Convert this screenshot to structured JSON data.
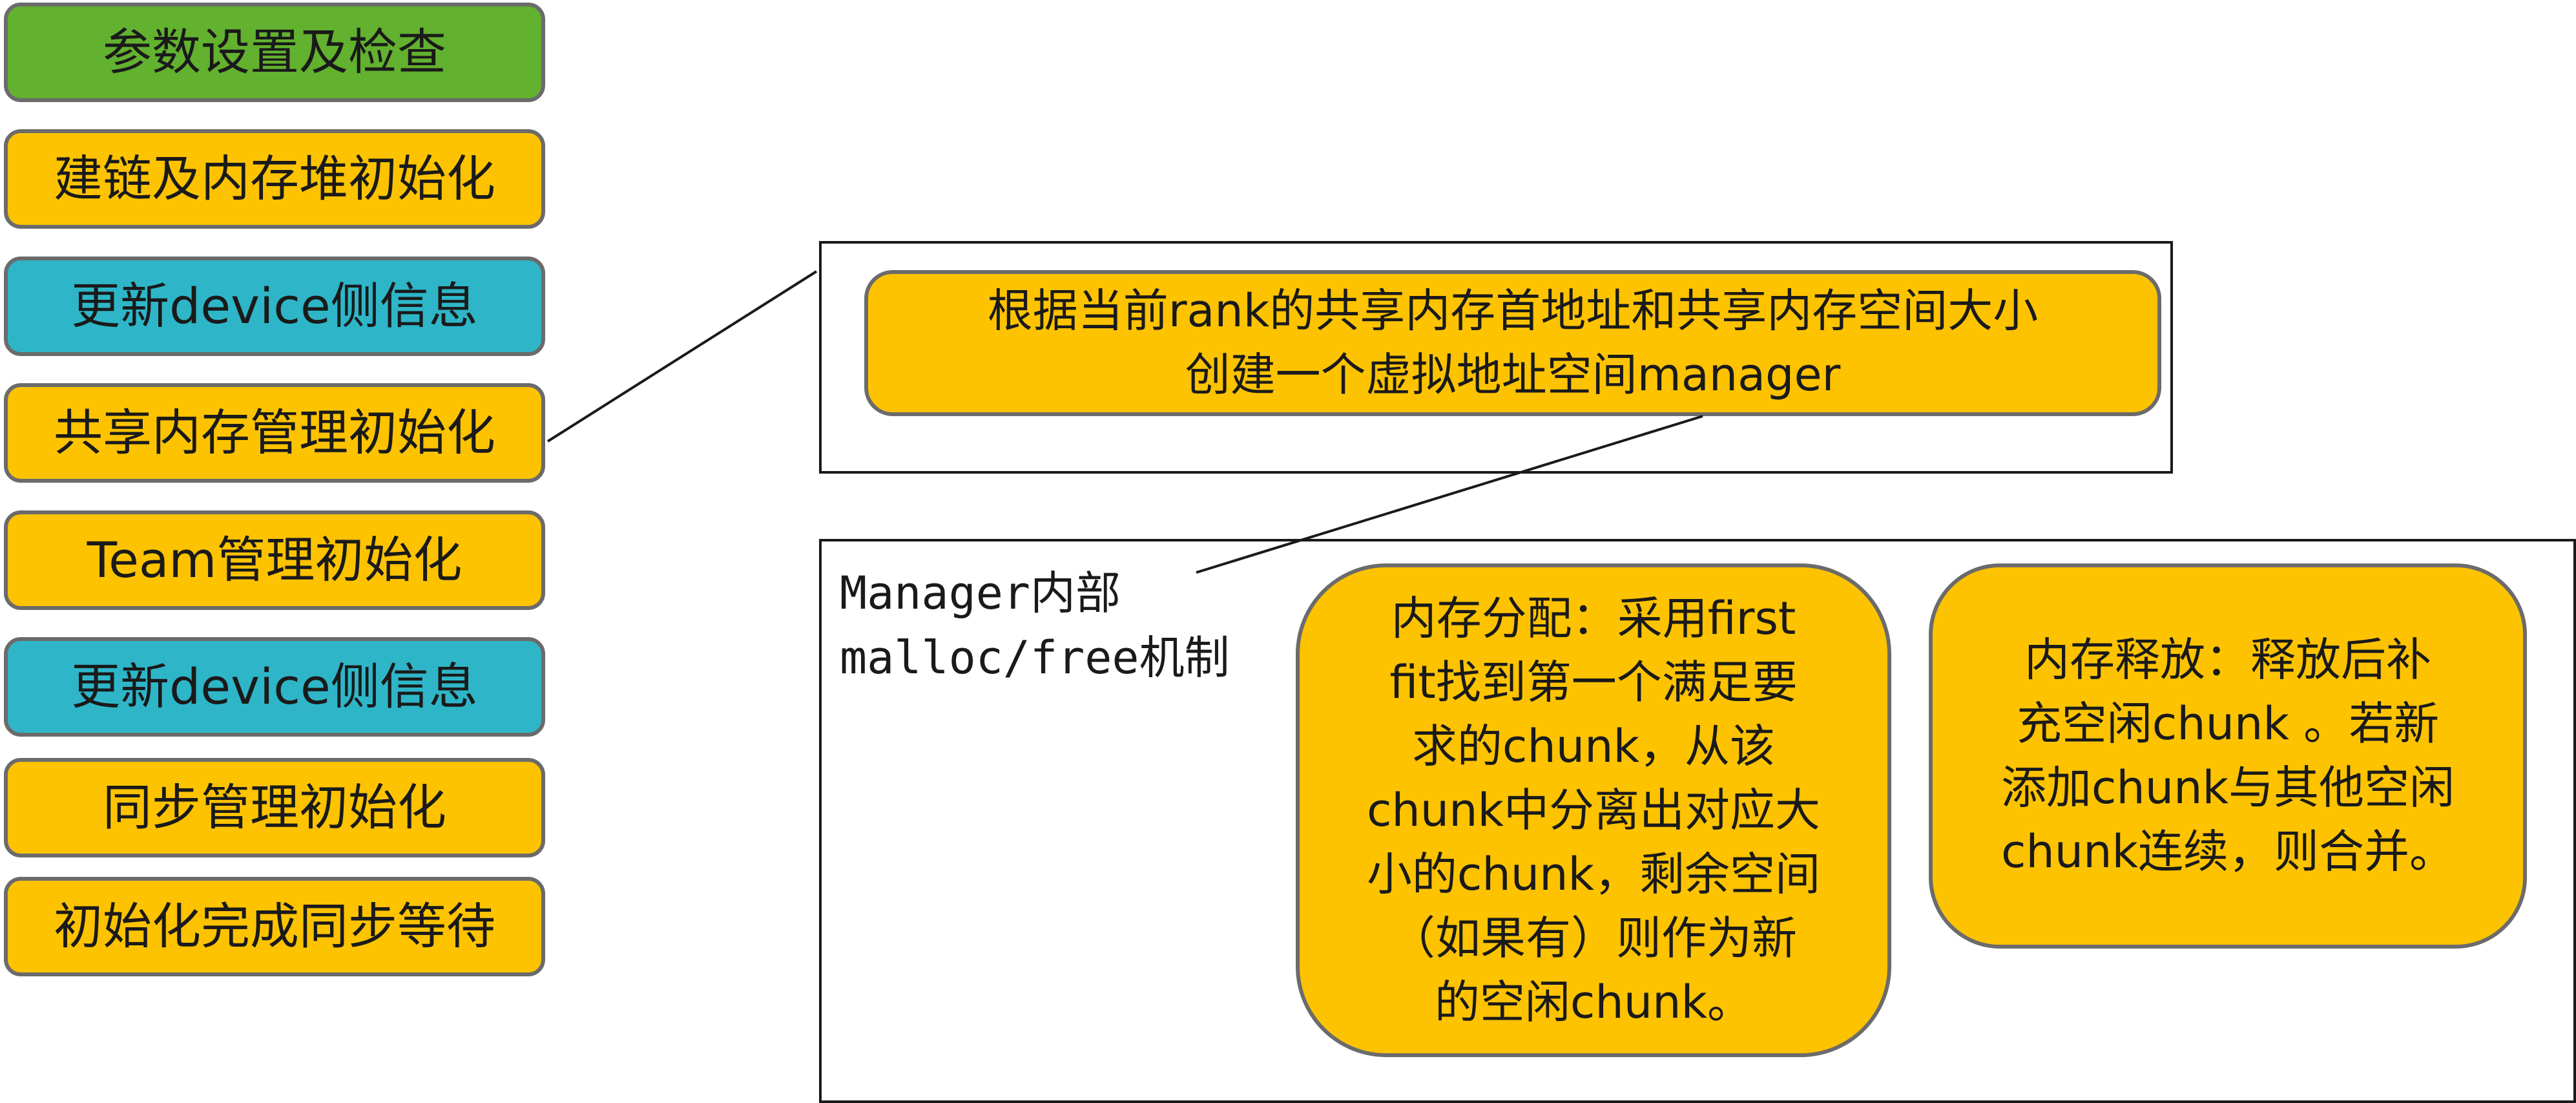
{
  "colors": {
    "green": "#62b12f",
    "yellow": "#fdc300",
    "teal": "#2eb6c8",
    "box_border": "#6b6b6b",
    "frame_border": "#1a1a1a"
  },
  "steps": [
    {
      "label": "参数设置及检查",
      "color": "green"
    },
    {
      "label": "建链及内存堆初始化",
      "color": "yellow"
    },
    {
      "label": "更新device侧信息",
      "color": "teal"
    },
    {
      "label": "共享内存管理初始化",
      "color": "yellow"
    },
    {
      "label": "Team管理初始化",
      "color": "yellow"
    },
    {
      "label": "更新device侧信息",
      "color": "teal"
    },
    {
      "label": "同步管理初始化",
      "color": "yellow"
    },
    {
      "label": "初始化完成同步等待",
      "color": "yellow"
    }
  ],
  "detail": {
    "manager_create": {
      "lines": [
        "根据当前rank的共享内存首地址和共享内存空间大小",
        "创建一个虚拟地址空间manager"
      ]
    },
    "mechanism_label": {
      "lines": [
        "Manager内部",
        "malloc/free机制"
      ]
    },
    "alloc": {
      "lines": [
        "内存分配：采用first",
        "fit找到第一个满足要",
        "求的chunk，从该",
        "chunk中分离出对应大",
        "小的chunk，剩余空间",
        "（如果有）则作为新",
        "的空闲chunk。"
      ]
    },
    "free": {
      "lines": [
        "内存释放：释放后补",
        "充空闲chunk 。若新",
        "添加chunk与其他空闲",
        "chunk连续，则合并。"
      ]
    }
  }
}
